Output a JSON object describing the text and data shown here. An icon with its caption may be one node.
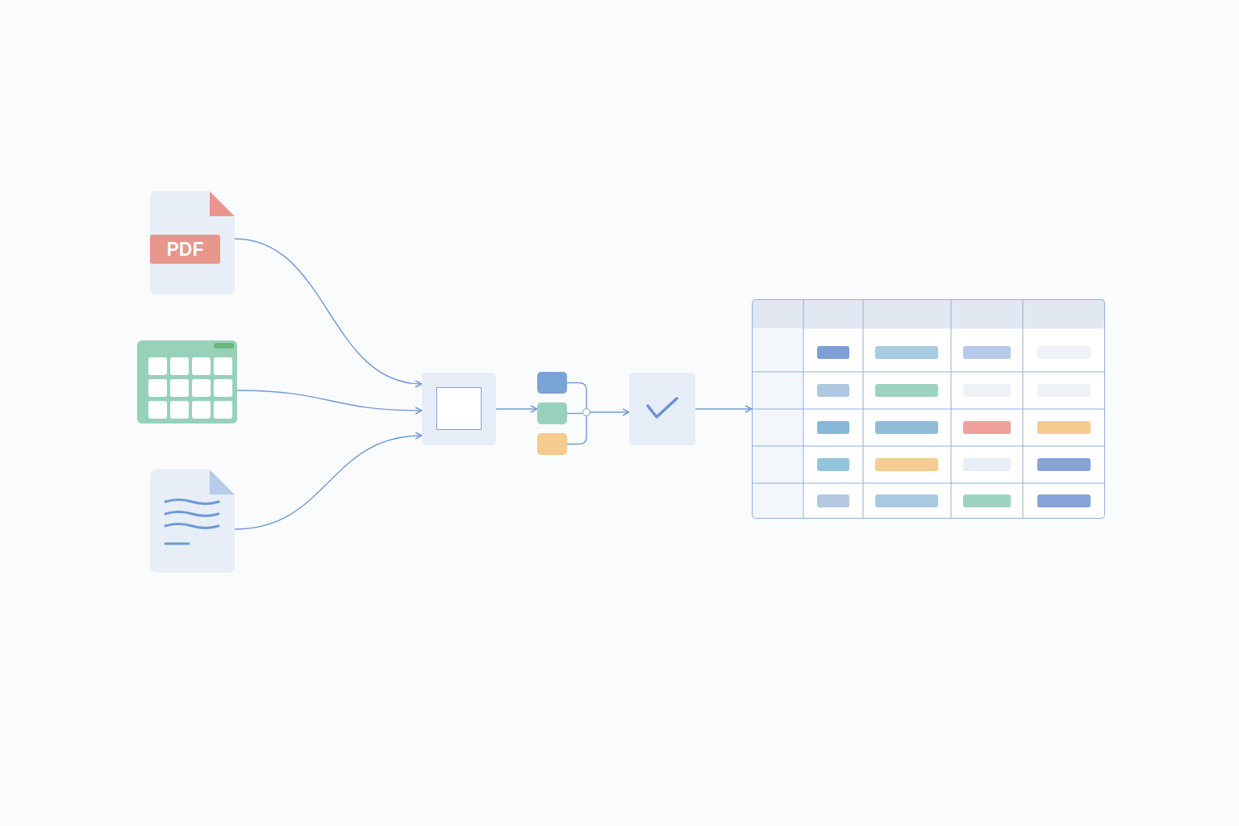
{
  "diagram": {
    "nodes": [
      {
        "text": [
          "PDF"
        ]
      },
      {
        "text": [],
        "shape": "picture"
      },
      {
        "text": [],
        "shape": "picture"
      },
      {
        "text": [],
        "shape": "box"
      },
      {
        "text": [],
        "shape": "box"
      },
      {
        "text": [],
        "shape": "box"
      },
      {
        "text": [],
        "shape": "box"
      },
      {
        "text": [],
        "shape": "circle"
      },
      {
        "text": [],
        "shape": "box"
      },
      {
        "text": [],
        "shape": "picture"
      }
    ],
    "edges": [
      {
        "from": 0,
        "to": 3,
        "arrow": "to"
      },
      {
        "from": 1,
        "to": 3,
        "arrow": "to"
      },
      {
        "from": 2,
        "to": 3,
        "arrow": "to"
      },
      {
        "from": 3,
        "to": 5,
        "arrow": "to"
      },
      {
        "from": 4,
        "to": 7,
        "arrow": "none"
      },
      {
        "from": 5,
        "to": 7,
        "arrow": "none"
      },
      {
        "from": 6,
        "to": 7,
        "arrow": "none"
      },
      {
        "from": 7,
        "to": 8,
        "arrow": "to"
      },
      {
        "from": 8,
        "to": 9,
        "arrow": "to"
      }
    ]
  }
}
